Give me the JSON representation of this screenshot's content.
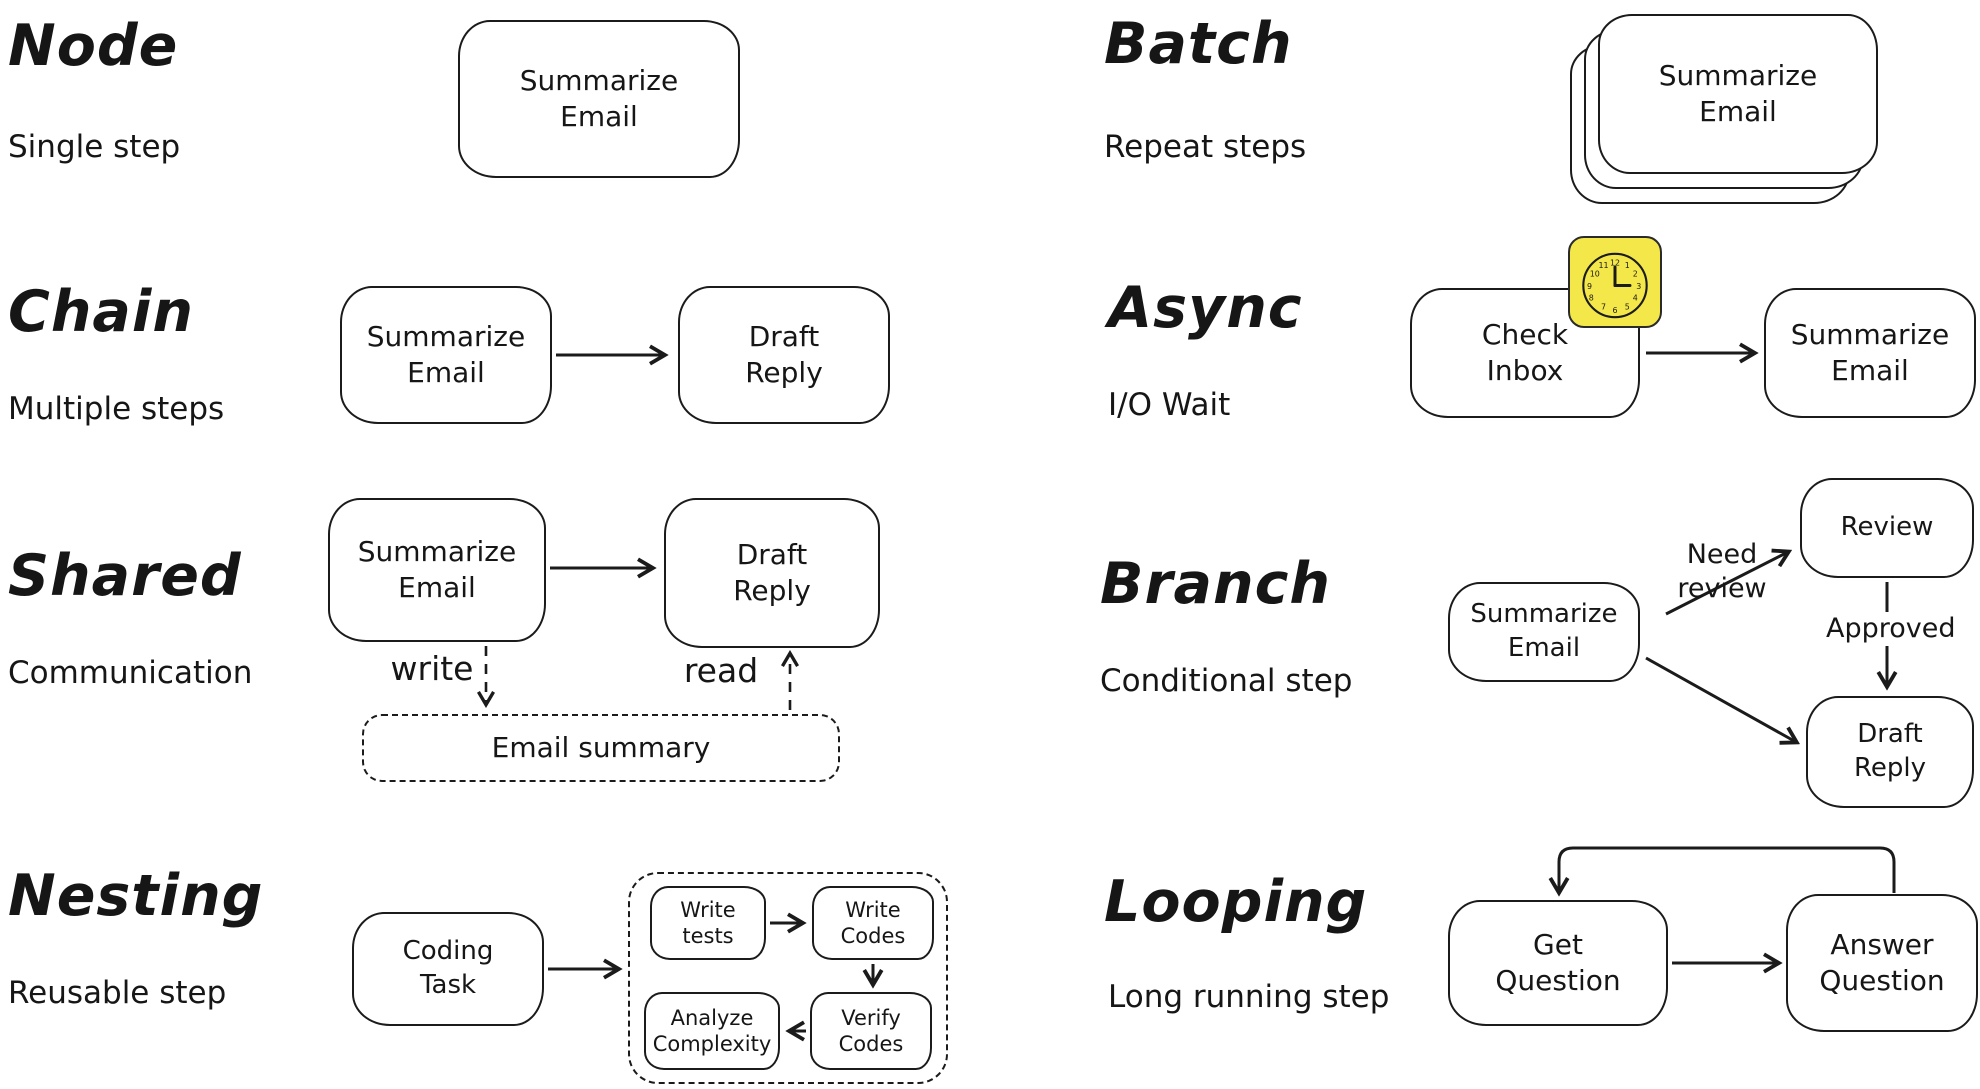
{
  "colors": {
    "ink": "#1b1b1b",
    "paper": "#ffffff",
    "clock_highlight": "#f4e74a"
  },
  "sections": {
    "node": {
      "title": "Node",
      "subtitle": "Single step",
      "boxes": {
        "main": "Summarize\nEmail"
      }
    },
    "chain": {
      "title": "Chain",
      "subtitle": "Multiple steps",
      "boxes": {
        "step1": "Summarize\nEmail",
        "step2": "Draft\nReply"
      }
    },
    "shared": {
      "title": "Shared",
      "subtitle": "Communication",
      "boxes": {
        "step1": "Summarize\nEmail",
        "step2": "Draft\nReply",
        "store": "Email summary"
      },
      "labels": {
        "write": "write",
        "read": "read"
      }
    },
    "nesting": {
      "title": "Nesting",
      "subtitle": "Reusable step",
      "boxes": {
        "outer": "Coding\nTask",
        "write_tests": "Write\ntests",
        "write_codes": "Write\nCodes",
        "analyze": "Analyze\nComplexity",
        "verify": "Verify\nCodes"
      }
    },
    "batch": {
      "title": "Batch",
      "subtitle": "Repeat steps",
      "boxes": {
        "main": "Summarize\nEmail"
      }
    },
    "async": {
      "title": "Async",
      "subtitle": "I/O Wait",
      "boxes": {
        "step1": "Check\nInbox",
        "step2": "Summarize\nEmail"
      },
      "icons": {
        "clock": "clock-icon"
      },
      "clock_numbers": [
        "12",
        "1",
        "2",
        "3",
        "4",
        "5",
        "6",
        "7",
        "8",
        "9",
        "10",
        "11"
      ]
    },
    "branch": {
      "title": "Branch",
      "subtitle": "Conditional step",
      "boxes": {
        "step1": "Summarize\nEmail",
        "review": "Review",
        "draft": "Draft\nReply"
      },
      "labels": {
        "need_review": "Need\nreview",
        "approved": "Approved"
      }
    },
    "looping": {
      "title": "Looping",
      "subtitle": "Long running step",
      "boxes": {
        "step1": "Get\nQuestion",
        "step2": "Answer\nQuestion"
      }
    }
  }
}
